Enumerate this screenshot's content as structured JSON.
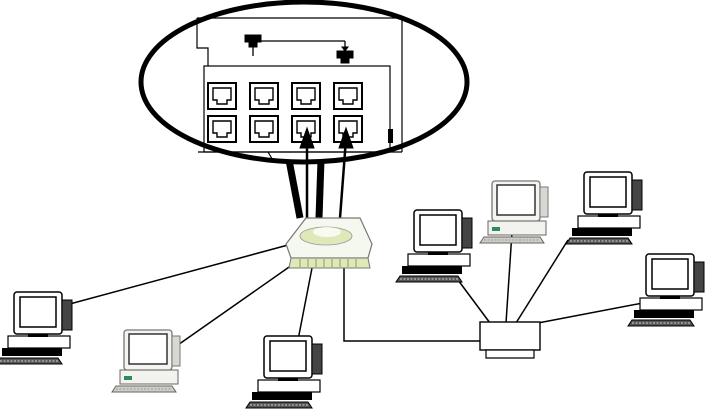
{
  "diagram": {
    "line_color": "#000000",
    "background": "#ffffff",
    "magnifier": {
      "icon": "magnifier-ellipse-icon",
      "ports": {
        "rows": 2,
        "columns": 4,
        "uplink_ports_highlighted": 2
      },
      "crossover_cable_icon": "crossover-cable-icon"
    },
    "router": {
      "icon": "wireless-router-icon",
      "color": "#dfe8b8"
    },
    "switch": {
      "icon": "network-switch-icon"
    },
    "computers": [
      {
        "name": "router-client-left",
        "icon": "crt-desktop-computer-icon",
        "connected_to": "router"
      },
      {
        "name": "router-client-beige",
        "icon": "beige-desktop-computer-icon",
        "connected_to": "router"
      },
      {
        "name": "router-client-bottom",
        "icon": "crt-desktop-computer-icon",
        "connected_to": "router"
      },
      {
        "name": "switch-client-1",
        "icon": "crt-desktop-computer-icon",
        "connected_to": "switch"
      },
      {
        "name": "switch-client-2",
        "icon": "beige-desktop-computer-icon",
        "connected_to": "switch"
      },
      {
        "name": "switch-client-3",
        "icon": "crt-desktop-computer-icon",
        "connected_to": "switch"
      },
      {
        "name": "switch-client-4",
        "icon": "crt-desktop-computer-icon",
        "connected_to": "switch"
      }
    ]
  }
}
